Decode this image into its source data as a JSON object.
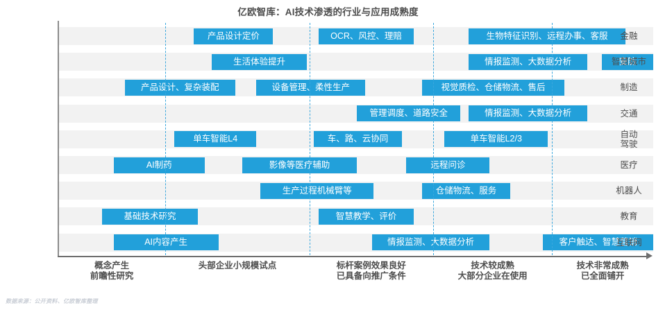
{
  "title": "亿欧智库：AI技术渗透的行业与应用成熟度",
  "source_note": "数据来源：公开资料、亿欧智库整理",
  "colors": {
    "bar": "#22a0da",
    "band": "#f2f2f2",
    "divider": "#3aa7dd",
    "axis": "#6e6e6e",
    "text": "#4d4d4d"
  },
  "chart_data": {
    "type": "bar",
    "title": "亿欧智库：AI技术渗透的行业与应用成熟度",
    "xlabel": "",
    "ylabel": "",
    "grid": false,
    "legend": "none",
    "orientation": "horizontal",
    "x_stage_labels": [
      "概念产生\n前瞻性研究",
      "头部企业小规模试点",
      "标杆案例效果良好\n已具备向推广条件",
      "技术较成熟\n大部分企业在使用",
      "技术非常成熟\n已全面铺开"
    ],
    "x_stages": [
      {
        "line1": "概念产生",
        "line2": "前瞻性研究"
      },
      {
        "line1": "头部企业小规模试点",
        "line2": ""
      },
      {
        "line1": "标杆案例效果良好",
        "line2": "已具备向推广条件"
      },
      {
        "line1": "技术较成熟",
        "line2": "大部分企业在使用"
      },
      {
        "line1": "技术非常成熟",
        "line2": "已全面铺开"
      }
    ],
    "categories": [
      "金融",
      "智慧城市",
      "制造",
      "交通",
      "自动驾驶",
      "医疗",
      "机器人",
      "教育",
      "互联网"
    ],
    "rows": [
      {
        "category": "金融",
        "label_lines": [
          "金融"
        ],
        "items": [
          {
            "text": "产品设计定价",
            "start": 0.228,
            "end": 0.361
          },
          {
            "text": "OCR、风控、理赔",
            "start": 0.438,
            "end": 0.597
          },
          {
            "text": "生物特征识别、远程办事、客服",
            "start": 0.69,
            "end": 0.953
          }
        ]
      },
      {
        "category": "智慧城市",
        "label_lines": [
          "智慧城市"
        ],
        "items": [
          {
            "text": "生活体验提升",
            "start": 0.258,
            "end": 0.418
          },
          {
            "text": "情报监测、大数据分析",
            "start": 0.69,
            "end": 0.889
          },
          {
            "text": "安防",
            "start": 0.914,
            "end": 1.0
          }
        ]
      },
      {
        "category": "制造",
        "label_lines": [
          "制造"
        ],
        "items": [
          {
            "text": "产品设计、复杂装配",
            "start": 0.112,
            "end": 0.297
          },
          {
            "text": "设备管理、柔性生产",
            "start": 0.333,
            "end": 0.516
          },
          {
            "text": "视觉质检、仓储物流、售后",
            "start": 0.611,
            "end": 0.851
          }
        ]
      },
      {
        "category": "交通",
        "label_lines": [
          "交通"
        ],
        "items": [
          {
            "text": "管理调度、道路安全",
            "start": 0.502,
            "end": 0.676
          },
          {
            "text": "情报监测、大数据分析",
            "start": 0.69,
            "end": 0.889
          }
        ]
      },
      {
        "category": "自动驾驶",
        "label_lines": [
          "自动",
          "驾驶"
        ],
        "items": [
          {
            "text": "单车智能L4",
            "start": 0.195,
            "end": 0.333
          },
          {
            "text": "车、路、云协同",
            "start": 0.429,
            "end": 0.578
          },
          {
            "text": "单车智能L2/3",
            "start": 0.649,
            "end": 0.823
          }
        ]
      },
      {
        "category": "医疗",
        "label_lines": [
          "医疗"
        ],
        "items": [
          {
            "text": "AI制药",
            "start": 0.093,
            "end": 0.246
          },
          {
            "text": "影像等医疗辅助",
            "start": 0.309,
            "end": 0.502
          },
          {
            "text": "远程问诊",
            "start": 0.585,
            "end": 0.725
          }
        ]
      },
      {
        "category": "机器人",
        "label_lines": [
          "机器人"
        ],
        "items": [
          {
            "text": "生产过程机械臂等",
            "start": 0.34,
            "end": 0.53
          },
          {
            "text": "仓储物流、服务",
            "start": 0.611,
            "end": 0.76
          }
        ]
      },
      {
        "category": "教育",
        "label_lines": [
          "教育"
        ],
        "items": [
          {
            "text": "基础技术研究",
            "start": 0.074,
            "end": 0.234
          },
          {
            "text": "智慧教学、评价",
            "start": 0.438,
            "end": 0.597
          }
        ]
      },
      {
        "category": "互联网",
        "label_lines": [
          "互联网"
        ],
        "items": [
          {
            "text": "AI内容产生",
            "start": 0.093,
            "end": 0.269
          },
          {
            "text": "情报监测、大数据分析",
            "start": 0.527,
            "end": 0.725
          },
          {
            "text": "客户触达、智慧营销",
            "start": 0.815,
            "end": 1.0
          }
        ]
      }
    ]
  }
}
